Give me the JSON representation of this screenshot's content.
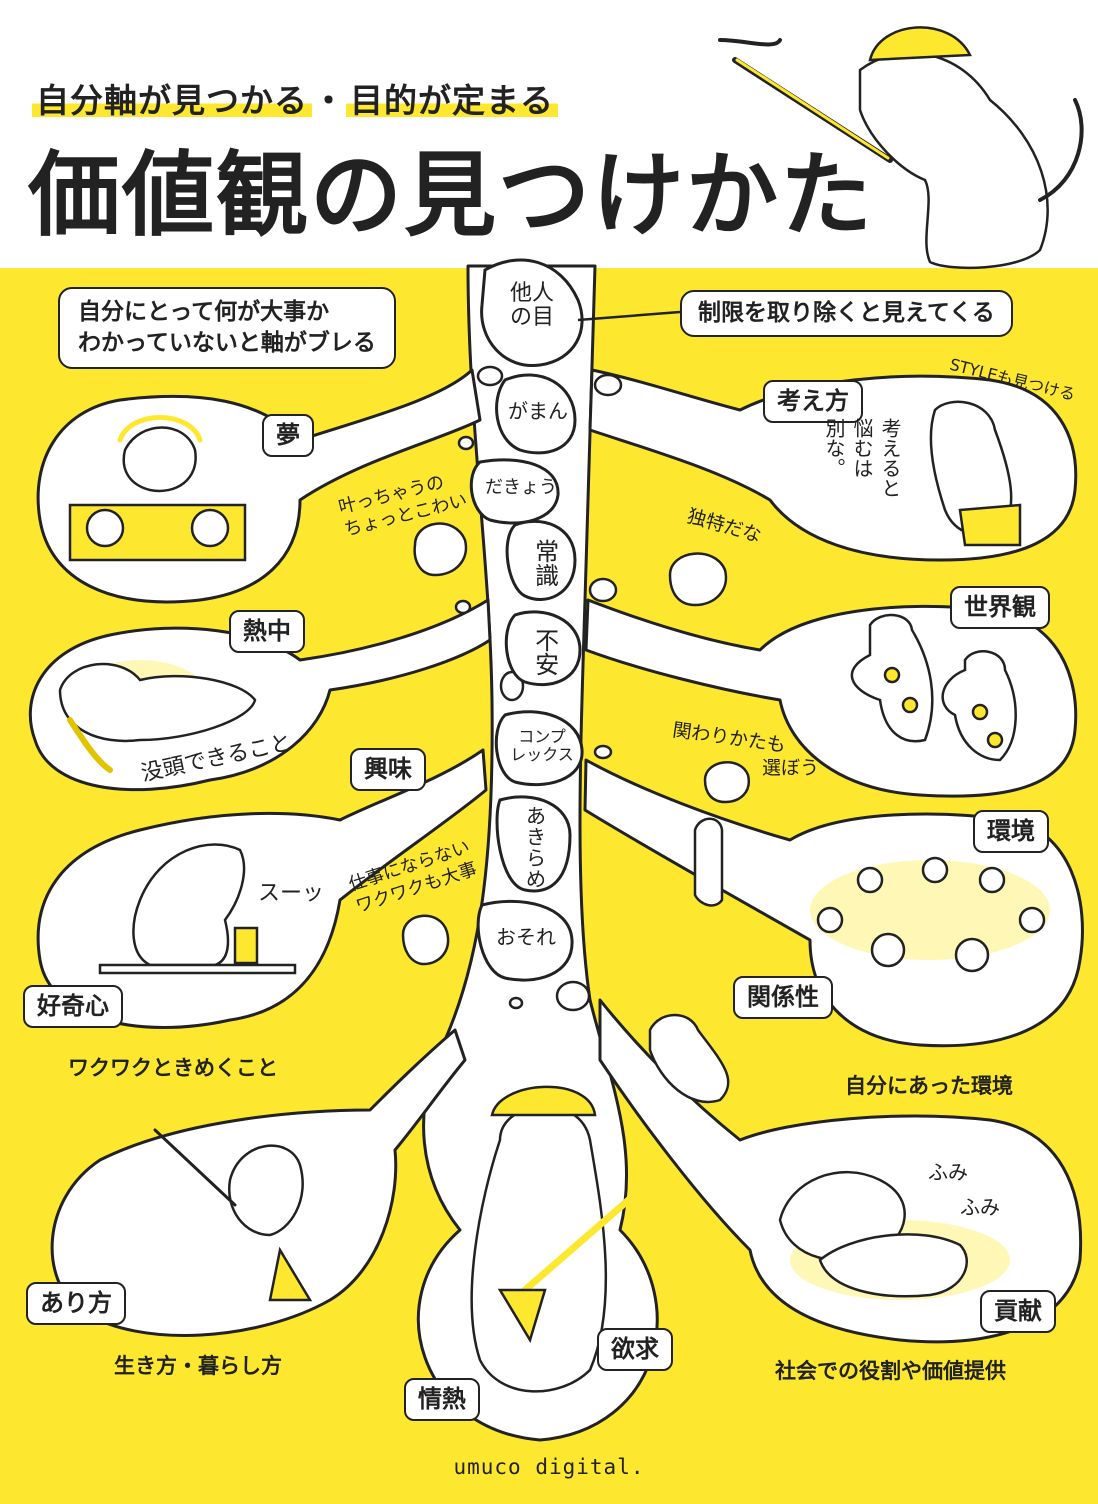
{
  "header": {
    "subtitle_a": "自分軸が見つかる",
    "subtitle_sep": "・",
    "subtitle_b": "目的が定まる",
    "title": "価値観の見つけかた"
  },
  "notes": {
    "left": [
      "自分にとって何が大事か",
      "わかっていないと軸がブレる"
    ],
    "right": "制限を取り除くと見えてくる"
  },
  "rocks": [
    "他人の目",
    "がまん",
    "だきょう",
    "常識",
    "不安",
    "コンプレックス",
    "あきらめ",
    "おそれ"
  ],
  "rock_lines": {
    "tanin": [
      "他",
      "人",
      "の",
      "目"
    ],
    "complex": [
      "コンプ",
      "レックス"
    ],
    "akirame": [
      "あ",
      "き",
      "ら",
      "め"
    ]
  },
  "labels": {
    "yume": "夢",
    "netchu": "熱中",
    "kyomi": "興味",
    "kokishin": "好奇心",
    "arikata": "あり方",
    "jonetsu": "情熱",
    "yokkyu": "欲求",
    "kangaekata": "考え方",
    "sekaikan": "世界観",
    "kankyo": "環境",
    "kankeisei": "関係性",
    "koken": "貢献"
  },
  "captions": {
    "kokishin": "ワクワクときめくこと",
    "arikata": "生き方・暮らし方",
    "kankyo": "自分にあった環境",
    "koken": "社会での役割や価値提供",
    "netchu": "没頭できること"
  },
  "handwriting": {
    "style": "STYLEも見つける",
    "kangaeru": [
      "考えると",
      "悩むは",
      "別な。"
    ],
    "kanau": [
      "叶っちゃうの",
      "ちょっとこわい"
    ],
    "dokutoku": "独特だな",
    "kakawari_a": "関わりかたも",
    "kakawari_b": "選ぼう",
    "shigoto": [
      "仕事にならない",
      "ワクワクも大事"
    ],
    "suu": "スーッ",
    "fumi_a": "ふみ",
    "fumi_b": "ふみ"
  },
  "credit": "umuco digital.",
  "colors": {
    "accent": "#fde82f",
    "ink": "#222222",
    "paper": "#ffffff"
  }
}
